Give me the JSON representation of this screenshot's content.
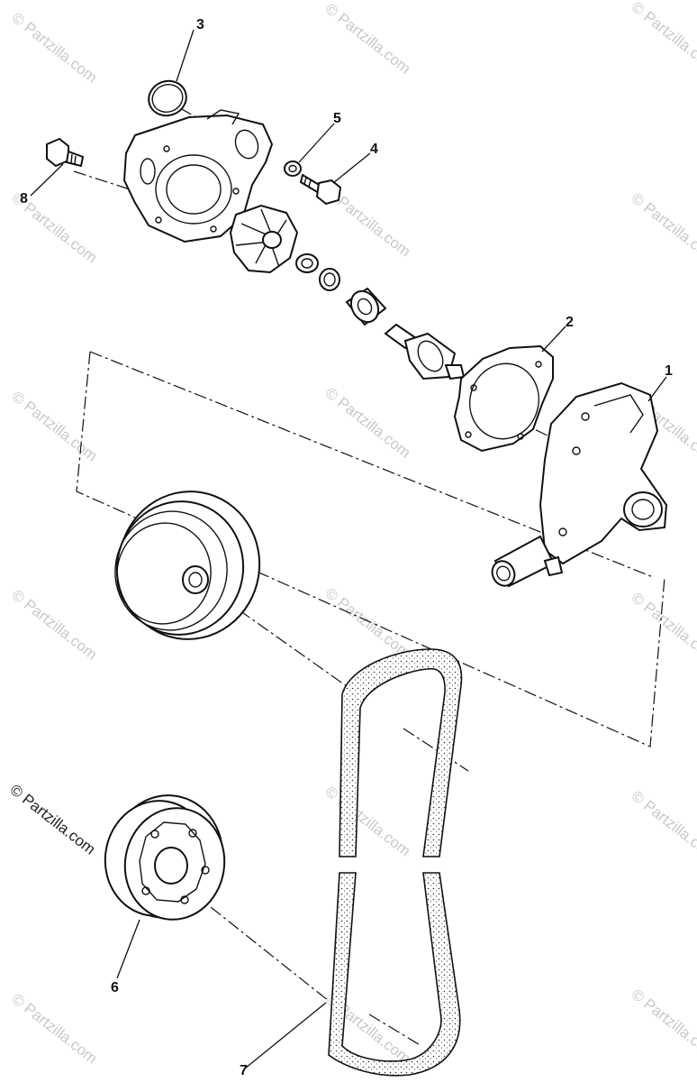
{
  "callouts": {
    "c1": "1",
    "c2": "2",
    "c3": "3",
    "c4": "4",
    "c5": "5",
    "c6": "6",
    "c7": "7",
    "c8": "8"
  },
  "watermark": {
    "text": "© Partzilla.com",
    "main_text": "© Partzilla.com"
  },
  "colors": {
    "line": "#111111",
    "watermark": "#c9c9c9",
    "background": "#ffffff"
  }
}
